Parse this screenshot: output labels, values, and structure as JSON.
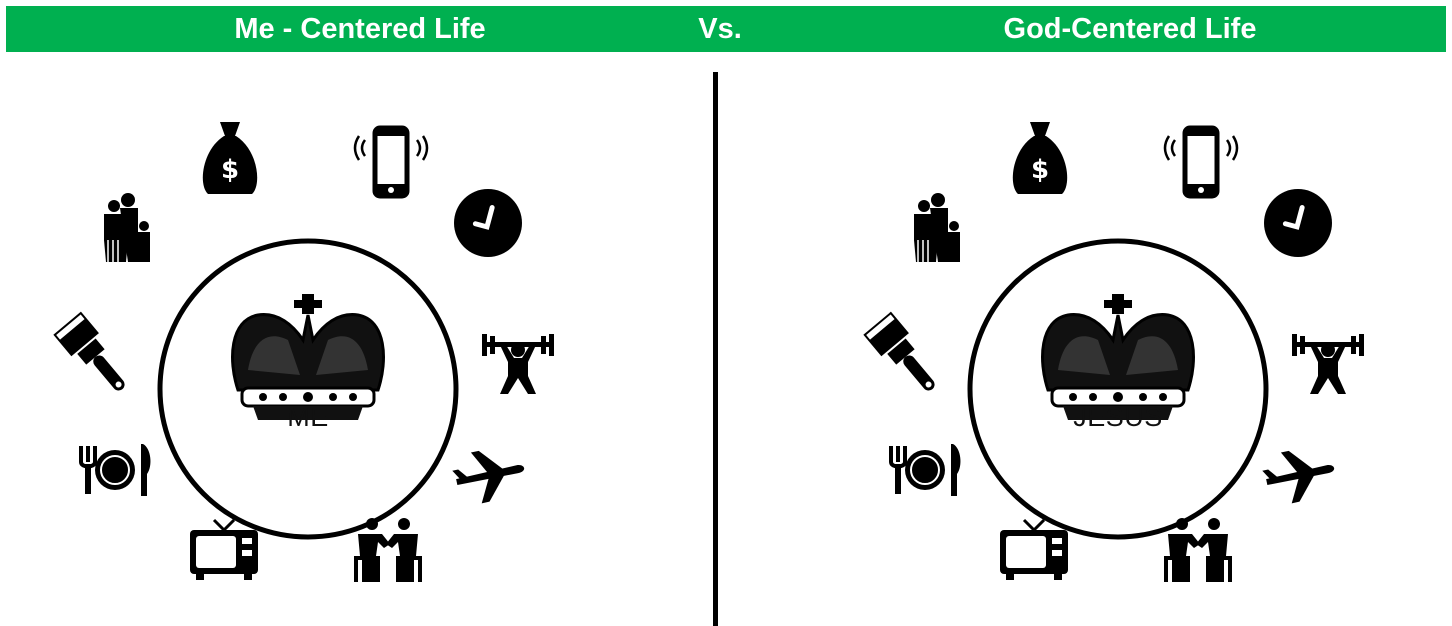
{
  "header": {
    "left_title": "Me - Centered Life",
    "vs_label": "Vs.",
    "right_title": "God-Centered Life"
  },
  "panels": {
    "left": {
      "center_label": "ME"
    },
    "right": {
      "center_label": "JESUS"
    }
  },
  "icons": [
    "money-bag-icon",
    "phone-icon",
    "clock-icon",
    "weightlifter-icon",
    "airplane-icon",
    "conversation-icon",
    "tv-icon",
    "dining-icon",
    "paintbrush-icon",
    "family-icon",
    "crown-icon"
  ],
  "colors": {
    "banner": "#00b050",
    "banner_text": "#ffffff",
    "ink": "#000000"
  }
}
